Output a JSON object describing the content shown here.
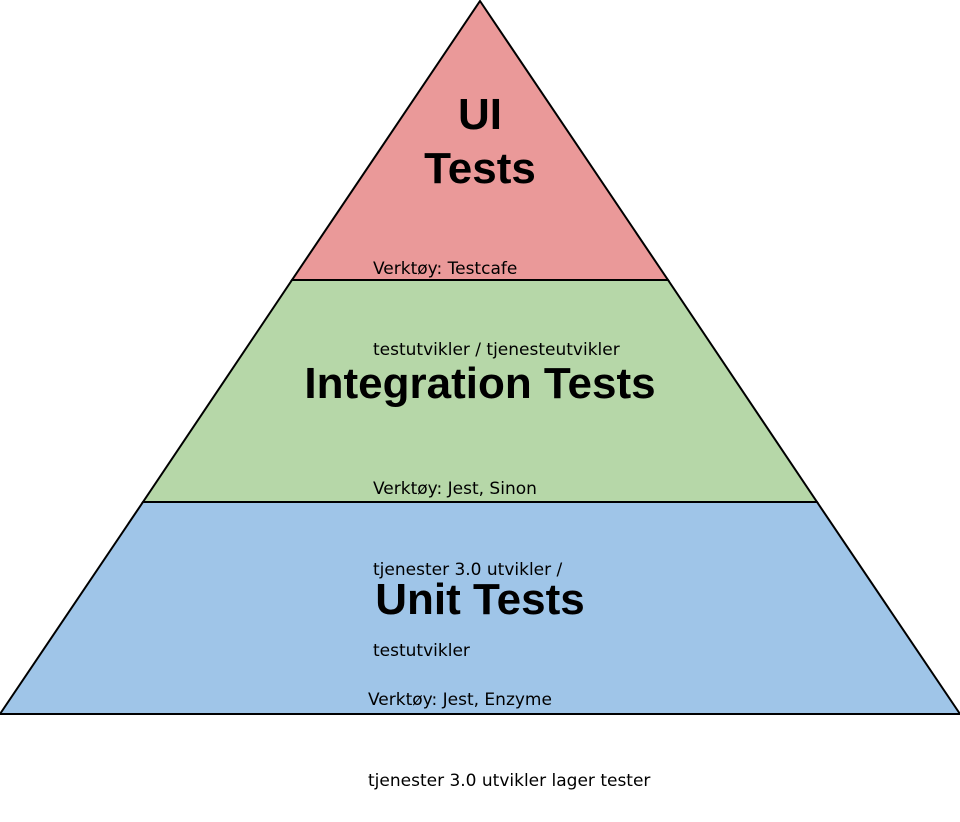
{
  "colors": {
    "ui": "#ea9999",
    "integration": "#b6d7a8",
    "unit": "#9fc5e8",
    "outline": "#000000"
  },
  "levels": {
    "ui": {
      "title_line1": "UI",
      "title_line2": "Tests",
      "tools": "Verktøy: Testcafe",
      "roles": "testutvikler / tjenesteutvikler"
    },
    "integration": {
      "title": "Integration Tests",
      "tools": "Verktøy: Jest, Sinon",
      "roles_line1": "tjenester 3.0 utvikler /",
      "roles_line2": "testutvikler"
    },
    "unit": {
      "title": "Unit Tests",
      "tools": "Verktøy: Jest, Enzyme",
      "roles": "tjenester 3.0 utvikler lager tester"
    }
  }
}
